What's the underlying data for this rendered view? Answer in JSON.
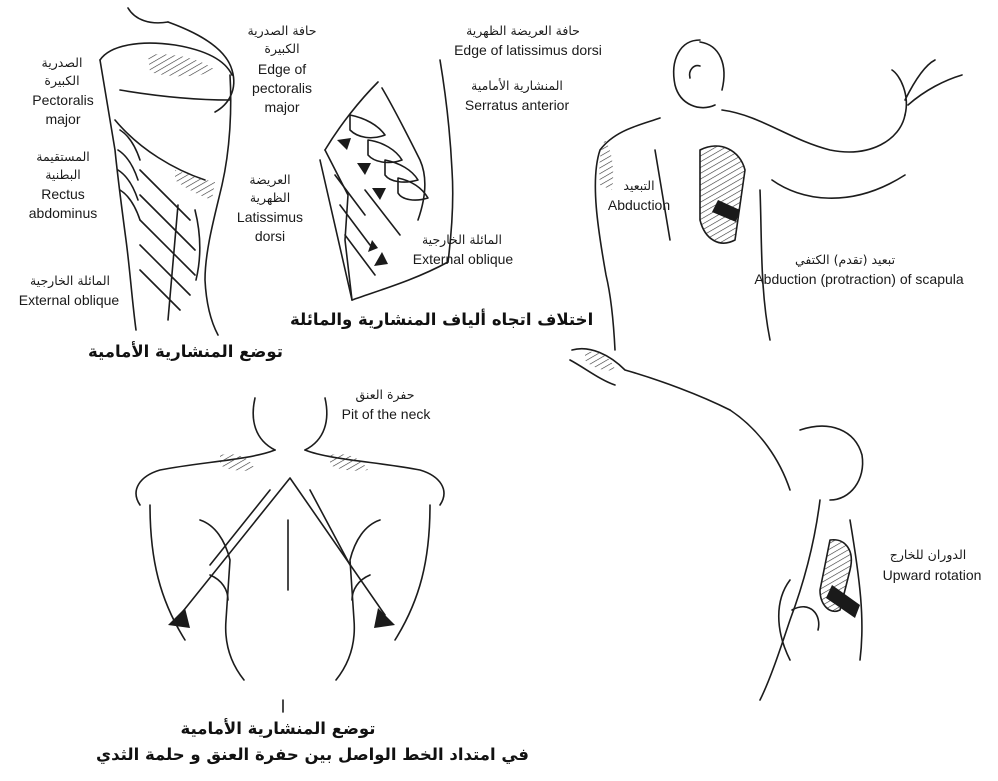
{
  "figure1": {
    "pectoralis_ar_1": "الصدرية",
    "pectoralis_ar_2": "الكبيرة",
    "pectoralis_en_1": "Pectoralis",
    "pectoralis_en_2": "major",
    "rectus_ar_1": "المستقيمة",
    "rectus_ar_2": "البطنية",
    "rectus_en_1": "Rectus",
    "rectus_en_2": "abdominus",
    "latissimus_ar_1": "العريضة",
    "latissimus_ar_2": "الظهرية",
    "latissimus_en_1": "Latissimus",
    "latissimus_en_2": "dorsi",
    "oblique_ar": "المائلة الخارجية",
    "oblique_en": "External oblique",
    "caption": "توضع المنشارية الأمامية"
  },
  "figure2": {
    "edge_pect_ar_1": "حافة الصدرية",
    "edge_pect_ar_2": "الكبيرة",
    "edge_pect_en_1": "Edge of",
    "edge_pect_en_2": "pectoralis",
    "edge_pect_en_3": "major",
    "edge_lat_ar": "حافة العريضة الظهرية",
    "edge_lat_en": "Edge of latissimus dorsi",
    "serratus_ar": "المنشارية الأمامية",
    "serratus_en": "Serratus anterior",
    "oblique_ar": "المائلة الخارجية",
    "oblique_en": "External oblique",
    "caption": "اختلاف اتجاه ألياف المنشارية والمائلة"
  },
  "figure3": {
    "abduction_ar": "التبعيد",
    "abduction_en": "Abduction",
    "protraction_ar": "تبعيد (تقدم) الكتفي",
    "protraction_en": "Abduction (protraction) of scapula"
  },
  "figure4": {
    "pit_ar": "حفرة العنق",
    "pit_en": "Pit of the neck",
    "caption_1": "توضع المنشارية الأمامية",
    "caption_2": "في امتداد الخط الواصل بين حفرة العنق و حلمة الثدي"
  },
  "figure5": {
    "rotation_ar": "الدوران للخارج",
    "rotation_en": "Upward rotation"
  }
}
